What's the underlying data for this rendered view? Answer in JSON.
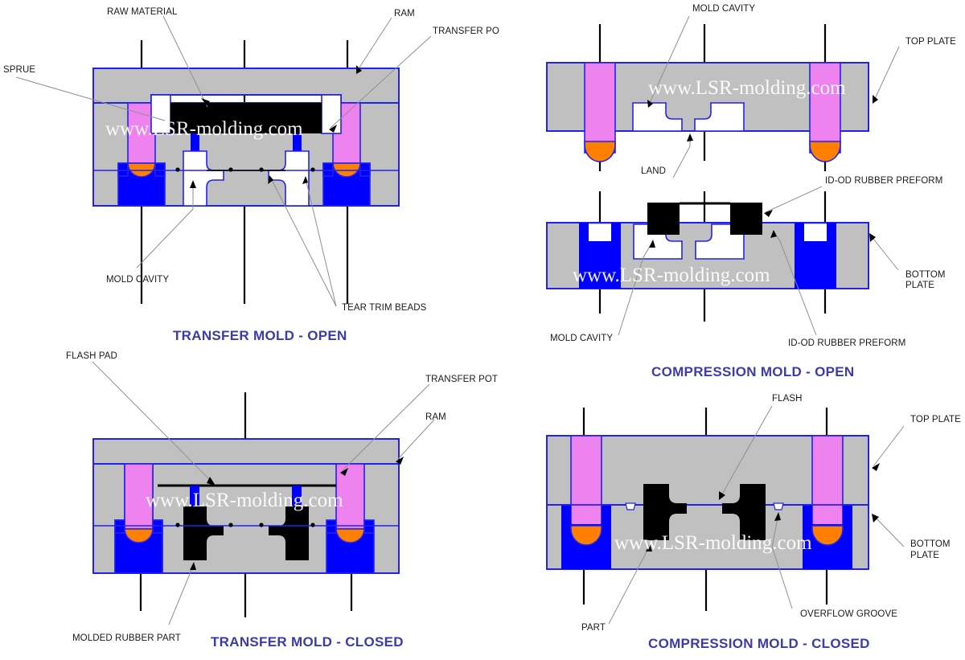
{
  "meta": {
    "watermark": "www.LSR-molding.com",
    "colors": {
      "steel_gray": "#c0c0c0",
      "outline_blue": "#2222ee",
      "solid_blue": "#0000ff",
      "rubber_violet": "#ee82ee",
      "orange": "#ff8000",
      "rubber_black": "#000000",
      "caption_blue": "#3b3bb0",
      "leader_gray": "#8f8f8f",
      "label_black": "#1a1a1a",
      "background": "#ffffff"
    }
  },
  "panels": [
    {
      "id": "transfer-mold-open",
      "caption": "TRANSFER MOLD - OPEN",
      "labels": [
        {
          "key": "raw-material",
          "text": "RAW MATERIAL"
        },
        {
          "key": "ram",
          "text": "RAM"
        },
        {
          "key": "transfer-pot",
          "text": "TRANSFER PO"
        },
        {
          "key": "sprue",
          "text": "SPRUE"
        },
        {
          "key": "mold-cavity",
          "text": "MOLD CAVITY"
        },
        {
          "key": "tear-trim-beads",
          "text": "TEAR TRIM BEADS"
        }
      ]
    },
    {
      "id": "compression-mold-open",
      "caption": "COMPRESSION MOLD - OPEN",
      "labels": [
        {
          "key": "mold-cavity-top",
          "text": "MOLD CAVITY"
        },
        {
          "key": "top-plate",
          "text": "TOP PLATE"
        },
        {
          "key": "land",
          "text": "LAND"
        },
        {
          "key": "id-od-rubber-preform-top",
          "text": "ID-OD RUBBER PREFORM"
        },
        {
          "key": "bottom-plate-l1",
          "text": "BOTTOM"
        },
        {
          "key": "bottom-plate-l2",
          "text": "PLATE"
        },
        {
          "key": "mold-cavity-bottom",
          "text": "MOLD CAVITY"
        },
        {
          "key": "id-od-rubber-preform-bottom",
          "text": "ID-OD RUBBER PREFORM"
        }
      ]
    },
    {
      "id": "transfer-mold-closed",
      "caption": "TRANSFER MOLD - CLOSED",
      "labels": [
        {
          "key": "flash-pad",
          "text": "FLASH PAD"
        },
        {
          "key": "transfer-pot",
          "text": "TRANSFER POT"
        },
        {
          "key": "ram",
          "text": "RAM"
        },
        {
          "key": "molded-rubber-part",
          "text": "MOLDED RUBBER PART"
        }
      ]
    },
    {
      "id": "compression-mold-closed",
      "caption": "COMPRESSION MOLD - CLOSED",
      "labels": [
        {
          "key": "flash",
          "text": "FLASH"
        },
        {
          "key": "top-plate",
          "text": "TOP PLATE"
        },
        {
          "key": "bottom-plate-l1",
          "text": "BOTTOM"
        },
        {
          "key": "bottom-plate-l2",
          "text": "PLATE"
        },
        {
          "key": "part",
          "text": "PART"
        },
        {
          "key": "overflow-groove",
          "text": "OVERFLOW GROOVE"
        }
      ]
    }
  ]
}
